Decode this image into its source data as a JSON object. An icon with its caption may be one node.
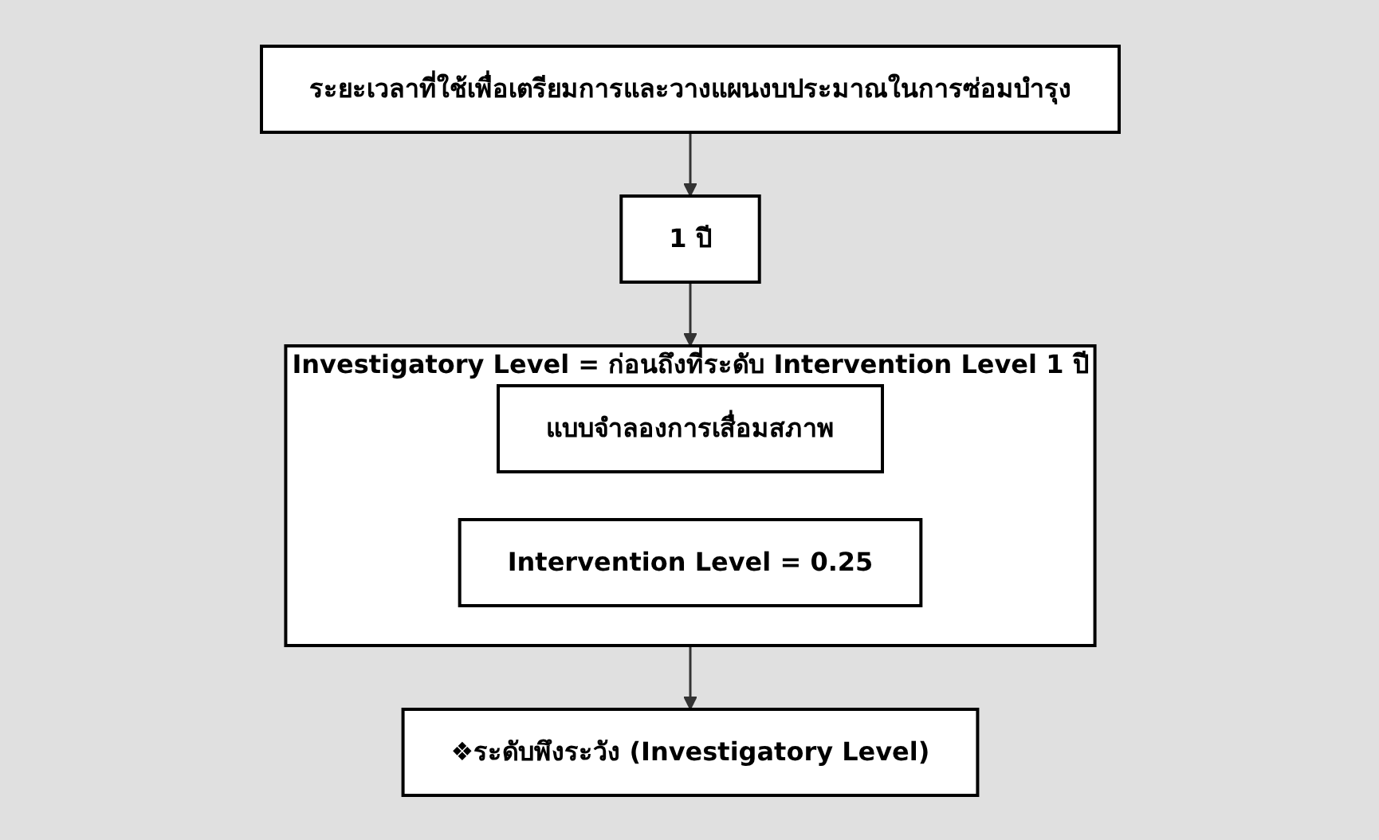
{
  "diagram": {
    "nodes": [
      {
        "text": [
          "ระยะเวลาที่ใช้เพื่อเตรียมการและวางแผนงบประมาณในการซ่อมบำรุง"
        ]
      },
      {
        "text": [
          "1 ปี"
        ]
      },
      {
        "text": [
          "Investigatory Level = ก่อนถึงที่ระดับ Intervention Level 1 ปี"
        ]
      },
      {
        "text": [
          "แบบจำลองการเสื่อมสภาพ"
        ],
        "in": 2
      },
      {
        "text": [
          "Intervention Level = 0.25"
        ],
        "in": 2
      },
      {
        "text": [
          "❖ระดับพึงระวัง (Investigatory Level)"
        ]
      }
    ],
    "edges": [
      {
        "from": 0,
        "to": 1,
        "arrow": "to"
      },
      {
        "from": 1,
        "to": 2,
        "arrow": "to"
      },
      {
        "from": 2,
        "to": 5,
        "arrow": "to"
      }
    ]
  }
}
